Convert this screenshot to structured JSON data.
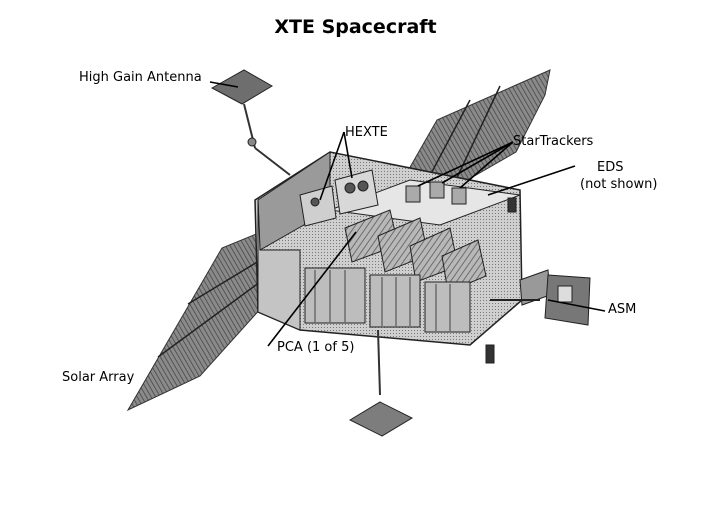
{
  "title": "XTE Spacecraft",
  "labels": {
    "high_gain_antenna": "High Gain Antenna",
    "hexte": "HEXTE",
    "star_trackers": "StarTrackers",
    "eds_line1": "EDS",
    "eds_line2": "(not shown)",
    "asm": "ASM",
    "pca": "PCA (1 of 5)",
    "solar_array": "Solar Array"
  }
}
